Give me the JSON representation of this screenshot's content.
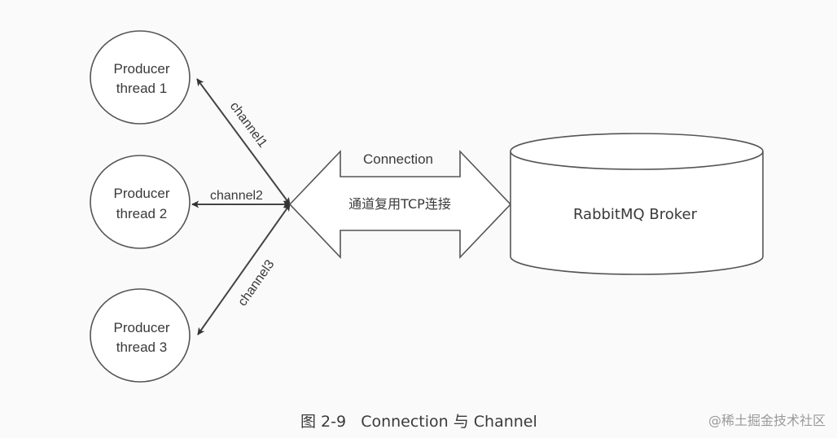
{
  "diagram": {
    "producers": [
      {
        "line1": "Producer",
        "line2": "thread 1"
      },
      {
        "line1": "Producer",
        "line2": "thread 2"
      },
      {
        "line1": "Producer",
        "line2": "thread 3"
      }
    ],
    "channels": [
      {
        "label": "channel1"
      },
      {
        "label": "channel2"
      },
      {
        "label": "channel3"
      }
    ],
    "connection": {
      "label": "Connection",
      "sublabel": "通道复用TCP连接"
    },
    "broker": {
      "label": "RabbitMQ Broker"
    },
    "caption": "图 2-9   Connection 与 Channel",
    "watermark": "@稀土掘金技术社区"
  },
  "colors": {
    "background": "#fafafa",
    "stroke": "#555555",
    "text": "#3a3a3a"
  }
}
